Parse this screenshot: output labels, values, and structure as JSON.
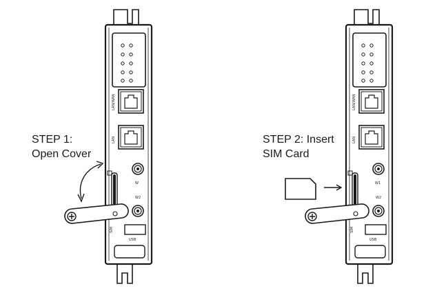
{
  "steps": [
    {
      "line1": "STEP 1:",
      "line2": "Open Cover",
      "device_labels": {
        "lan_wan": "LAN/WAN",
        "lan": "LAN",
        "w1": "W",
        "w2": "W2",
        "sim": "SIM",
        "usb": "USB"
      }
    },
    {
      "line1": "STEP 2: Insert",
      "line2": "SIM Card",
      "device_labels": {
        "lan_wan": "LAN/WAN",
        "lan": "LAN",
        "w1": "W1",
        "w2": "W2",
        "sim": "SIM",
        "usb": "USB"
      }
    }
  ],
  "colors": {
    "line": "#1a1a1a",
    "background": "#ffffff"
  }
}
